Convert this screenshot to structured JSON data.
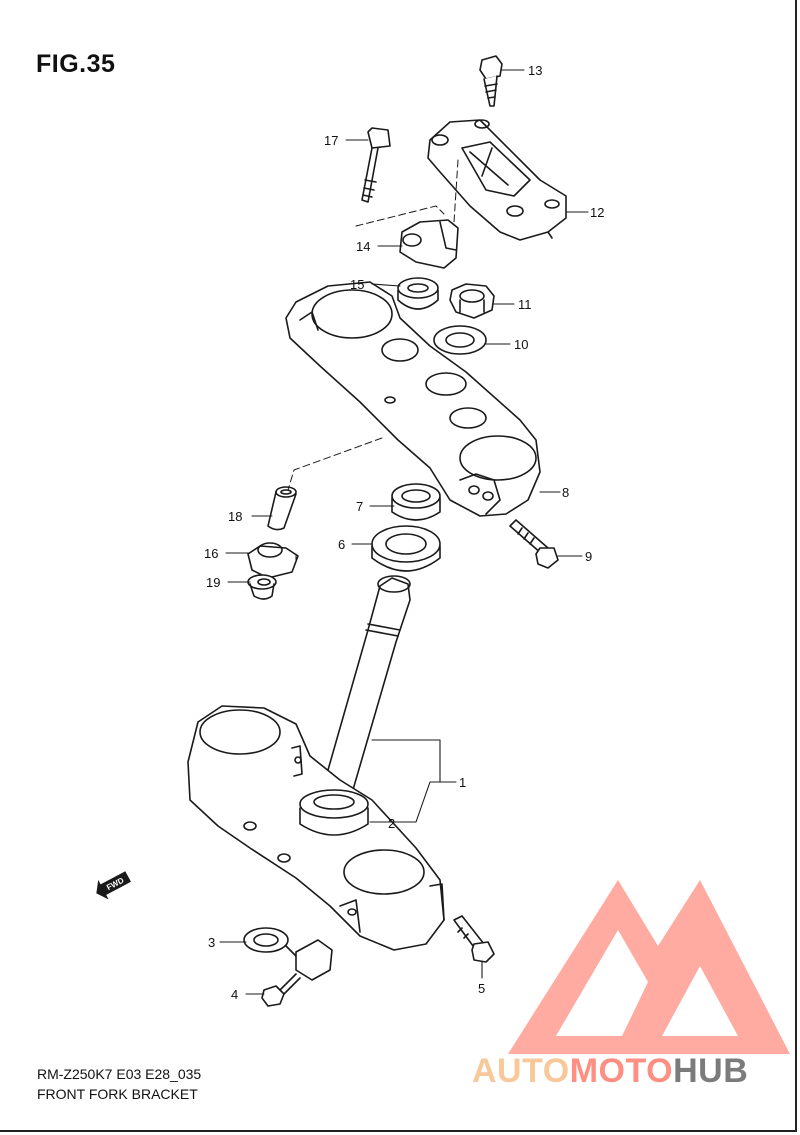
{
  "figure": {
    "title": "FIG.35",
    "model_code": "RM-Z250K7 E03 E28_035",
    "caption": "FRONT FORK BRACKET"
  },
  "callouts": {
    "c1": "1",
    "c2": "2",
    "c3": "3",
    "c4": "4",
    "c5": "5",
    "c6": "6",
    "c7": "7",
    "c8": "8",
    "c9": "9",
    "c10": "10",
    "c11": "11",
    "c12": "12",
    "c13": "13",
    "c14": "14",
    "c15": "15",
    "c16": "16",
    "c17": "17",
    "c18": "18",
    "c19": "19"
  },
  "fwd_arrow": {
    "label": "FWD",
    "icon": "fwd-arrow-icon"
  },
  "watermark": {
    "icon": "automotohub-logo-icon",
    "part1": "AUTO",
    "part2": "MOTO",
    "part3": "HUB",
    "colors": {
      "auto": "#f9c89a",
      "moto": "#ff8f82",
      "hub": "#7b7b7b",
      "triangle": "#ff8f82"
    }
  }
}
